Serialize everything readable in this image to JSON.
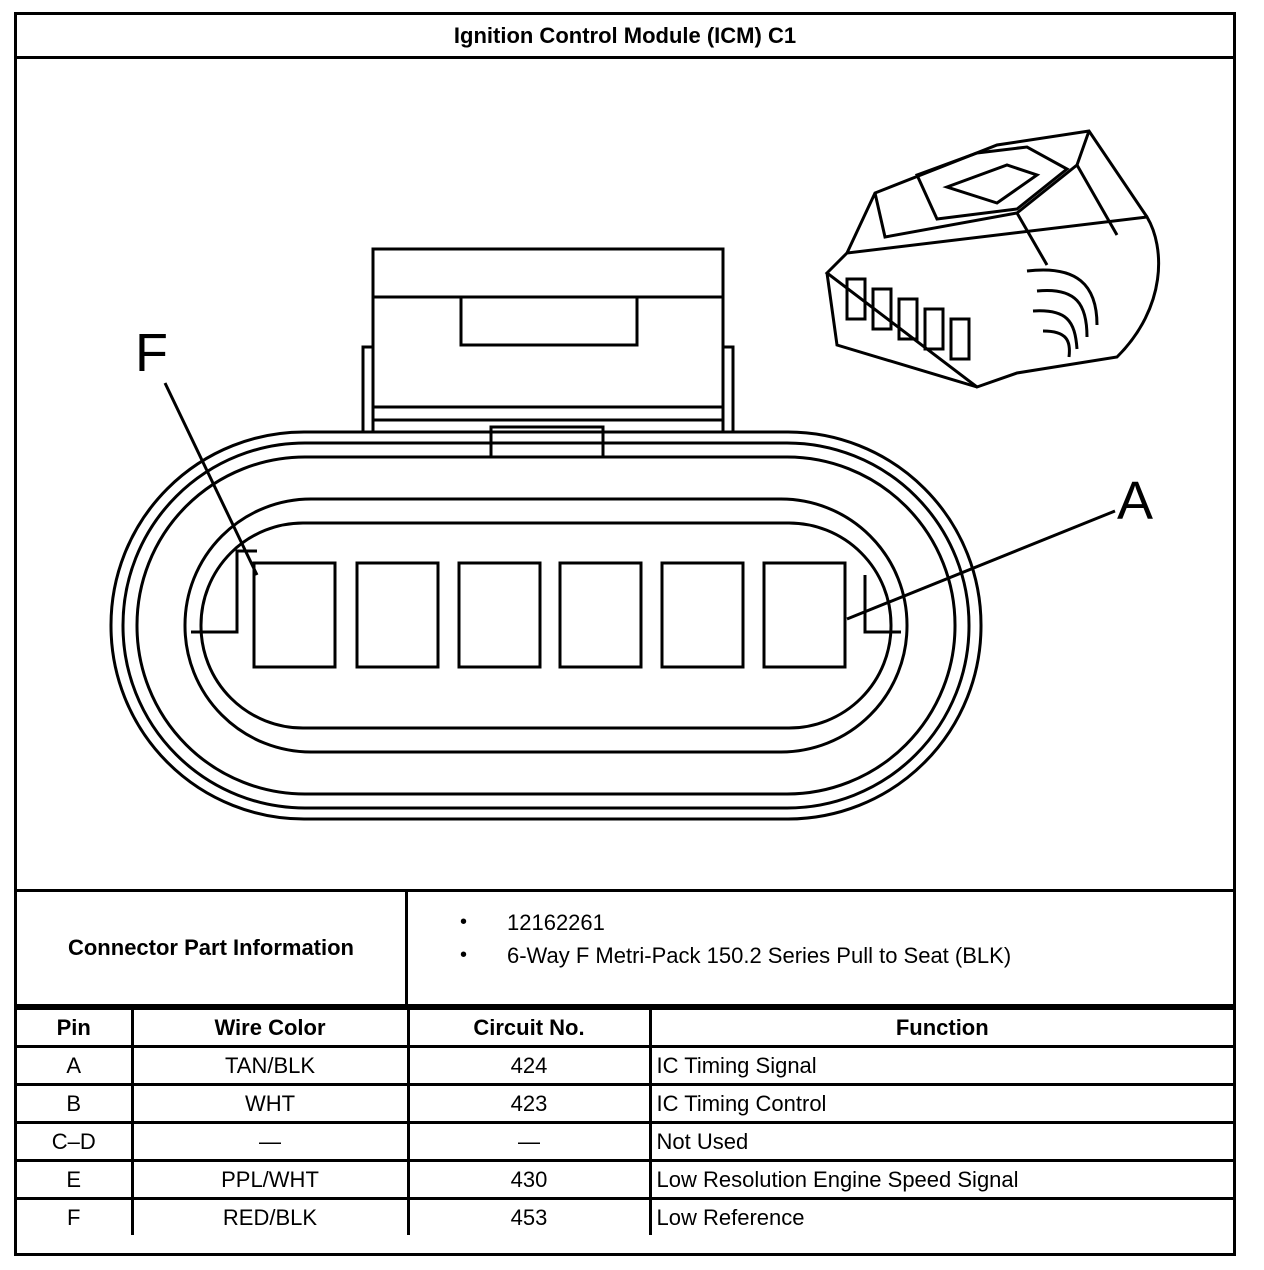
{
  "title": "Ignition Control Module (ICM) C1",
  "diagram": {
    "label_left": "F",
    "label_right": "A"
  },
  "connector_info": {
    "label": "Connector Part Information",
    "items": [
      "12162261",
      "6-Way F Metri-Pack 150.2 Series Pull to Seat (BLK)"
    ],
    "bullet": "•"
  },
  "table": {
    "headers": {
      "pin": "Pin",
      "wire": "Wire Color",
      "circuit": "Circuit No.",
      "function": "Function"
    },
    "rows": [
      {
        "pin": "A",
        "wire": "TAN/BLK",
        "circuit": "424",
        "function": "IC Timing Signal"
      },
      {
        "pin": "B",
        "wire": "WHT",
        "circuit": "423",
        "function": "IC Timing Control"
      },
      {
        "pin": "C–D",
        "wire": "—",
        "circuit": "—",
        "function": "Not Used"
      },
      {
        "pin": "E",
        "wire": "PPL/WHT",
        "circuit": "430",
        "function": "Low Resolution Engine Speed Signal"
      },
      {
        "pin": "F",
        "wire": "RED/BLK",
        "circuit": "453",
        "function": "Low Reference"
      }
    ]
  }
}
